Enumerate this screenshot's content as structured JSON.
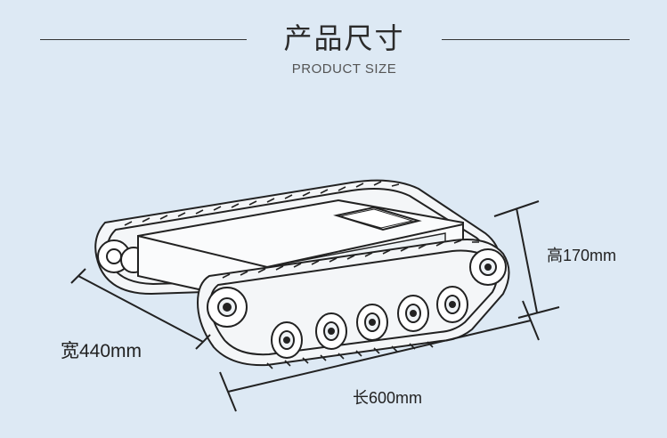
{
  "header": {
    "title_cn": "产品尺寸",
    "title_en": "PRODUCT SIZE"
  },
  "dimensions": {
    "width_label": "宽440mm",
    "height_label": "高170mm",
    "length_label": "长600mm"
  },
  "colors": {
    "background": "#dde9f4",
    "line": "#222222"
  }
}
